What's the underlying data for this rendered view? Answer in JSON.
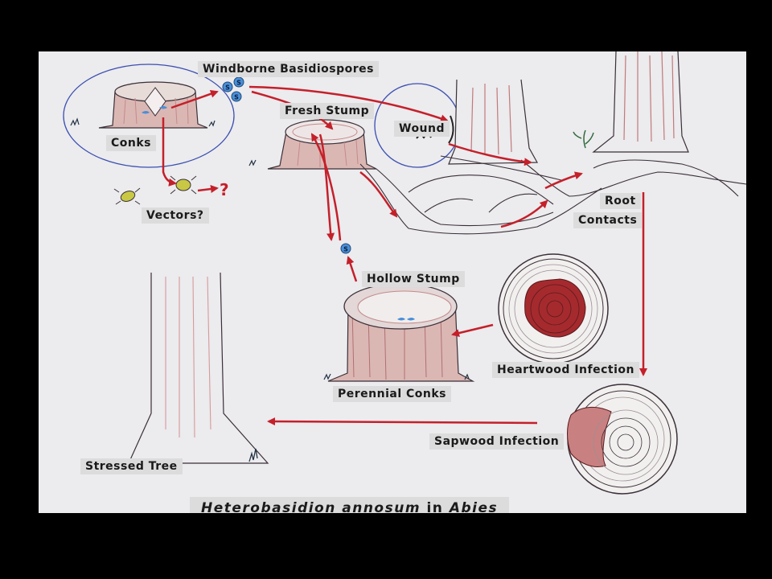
{
  "diagram": {
    "title_part1": "Heterobasidion annosum",
    "title_connector": "in",
    "title_part2": "Abies",
    "labels": {
      "windborne": "Windborne Basidiospores",
      "fresh_stump": "Fresh Stump",
      "wound": "Wound",
      "conks": "Conks",
      "vectors": "Vectors?",
      "root_contacts_1": "Root",
      "root_contacts_2": "Contacts",
      "hollow_stump": "Hollow Stump",
      "heartwood": "Heartwood Infection",
      "perennial_conks": "Perennial Conks",
      "sapwood": "Sapwood Infection",
      "stressed_tree": "Stressed Tree",
      "question_mark": "?"
    },
    "spore_letter": "S",
    "colors": {
      "arrow": "#c4202a",
      "ink": "#3a3038",
      "bark_pink": "#d59a9a",
      "decay_red": "#a52a2e",
      "spore_blue": "#4a8fd8",
      "highlight_circle": "#3a4fb0",
      "insect_yellow": "#c8c845",
      "label_bg": "#dcdcdd",
      "paper": "#ecebee"
    }
  }
}
